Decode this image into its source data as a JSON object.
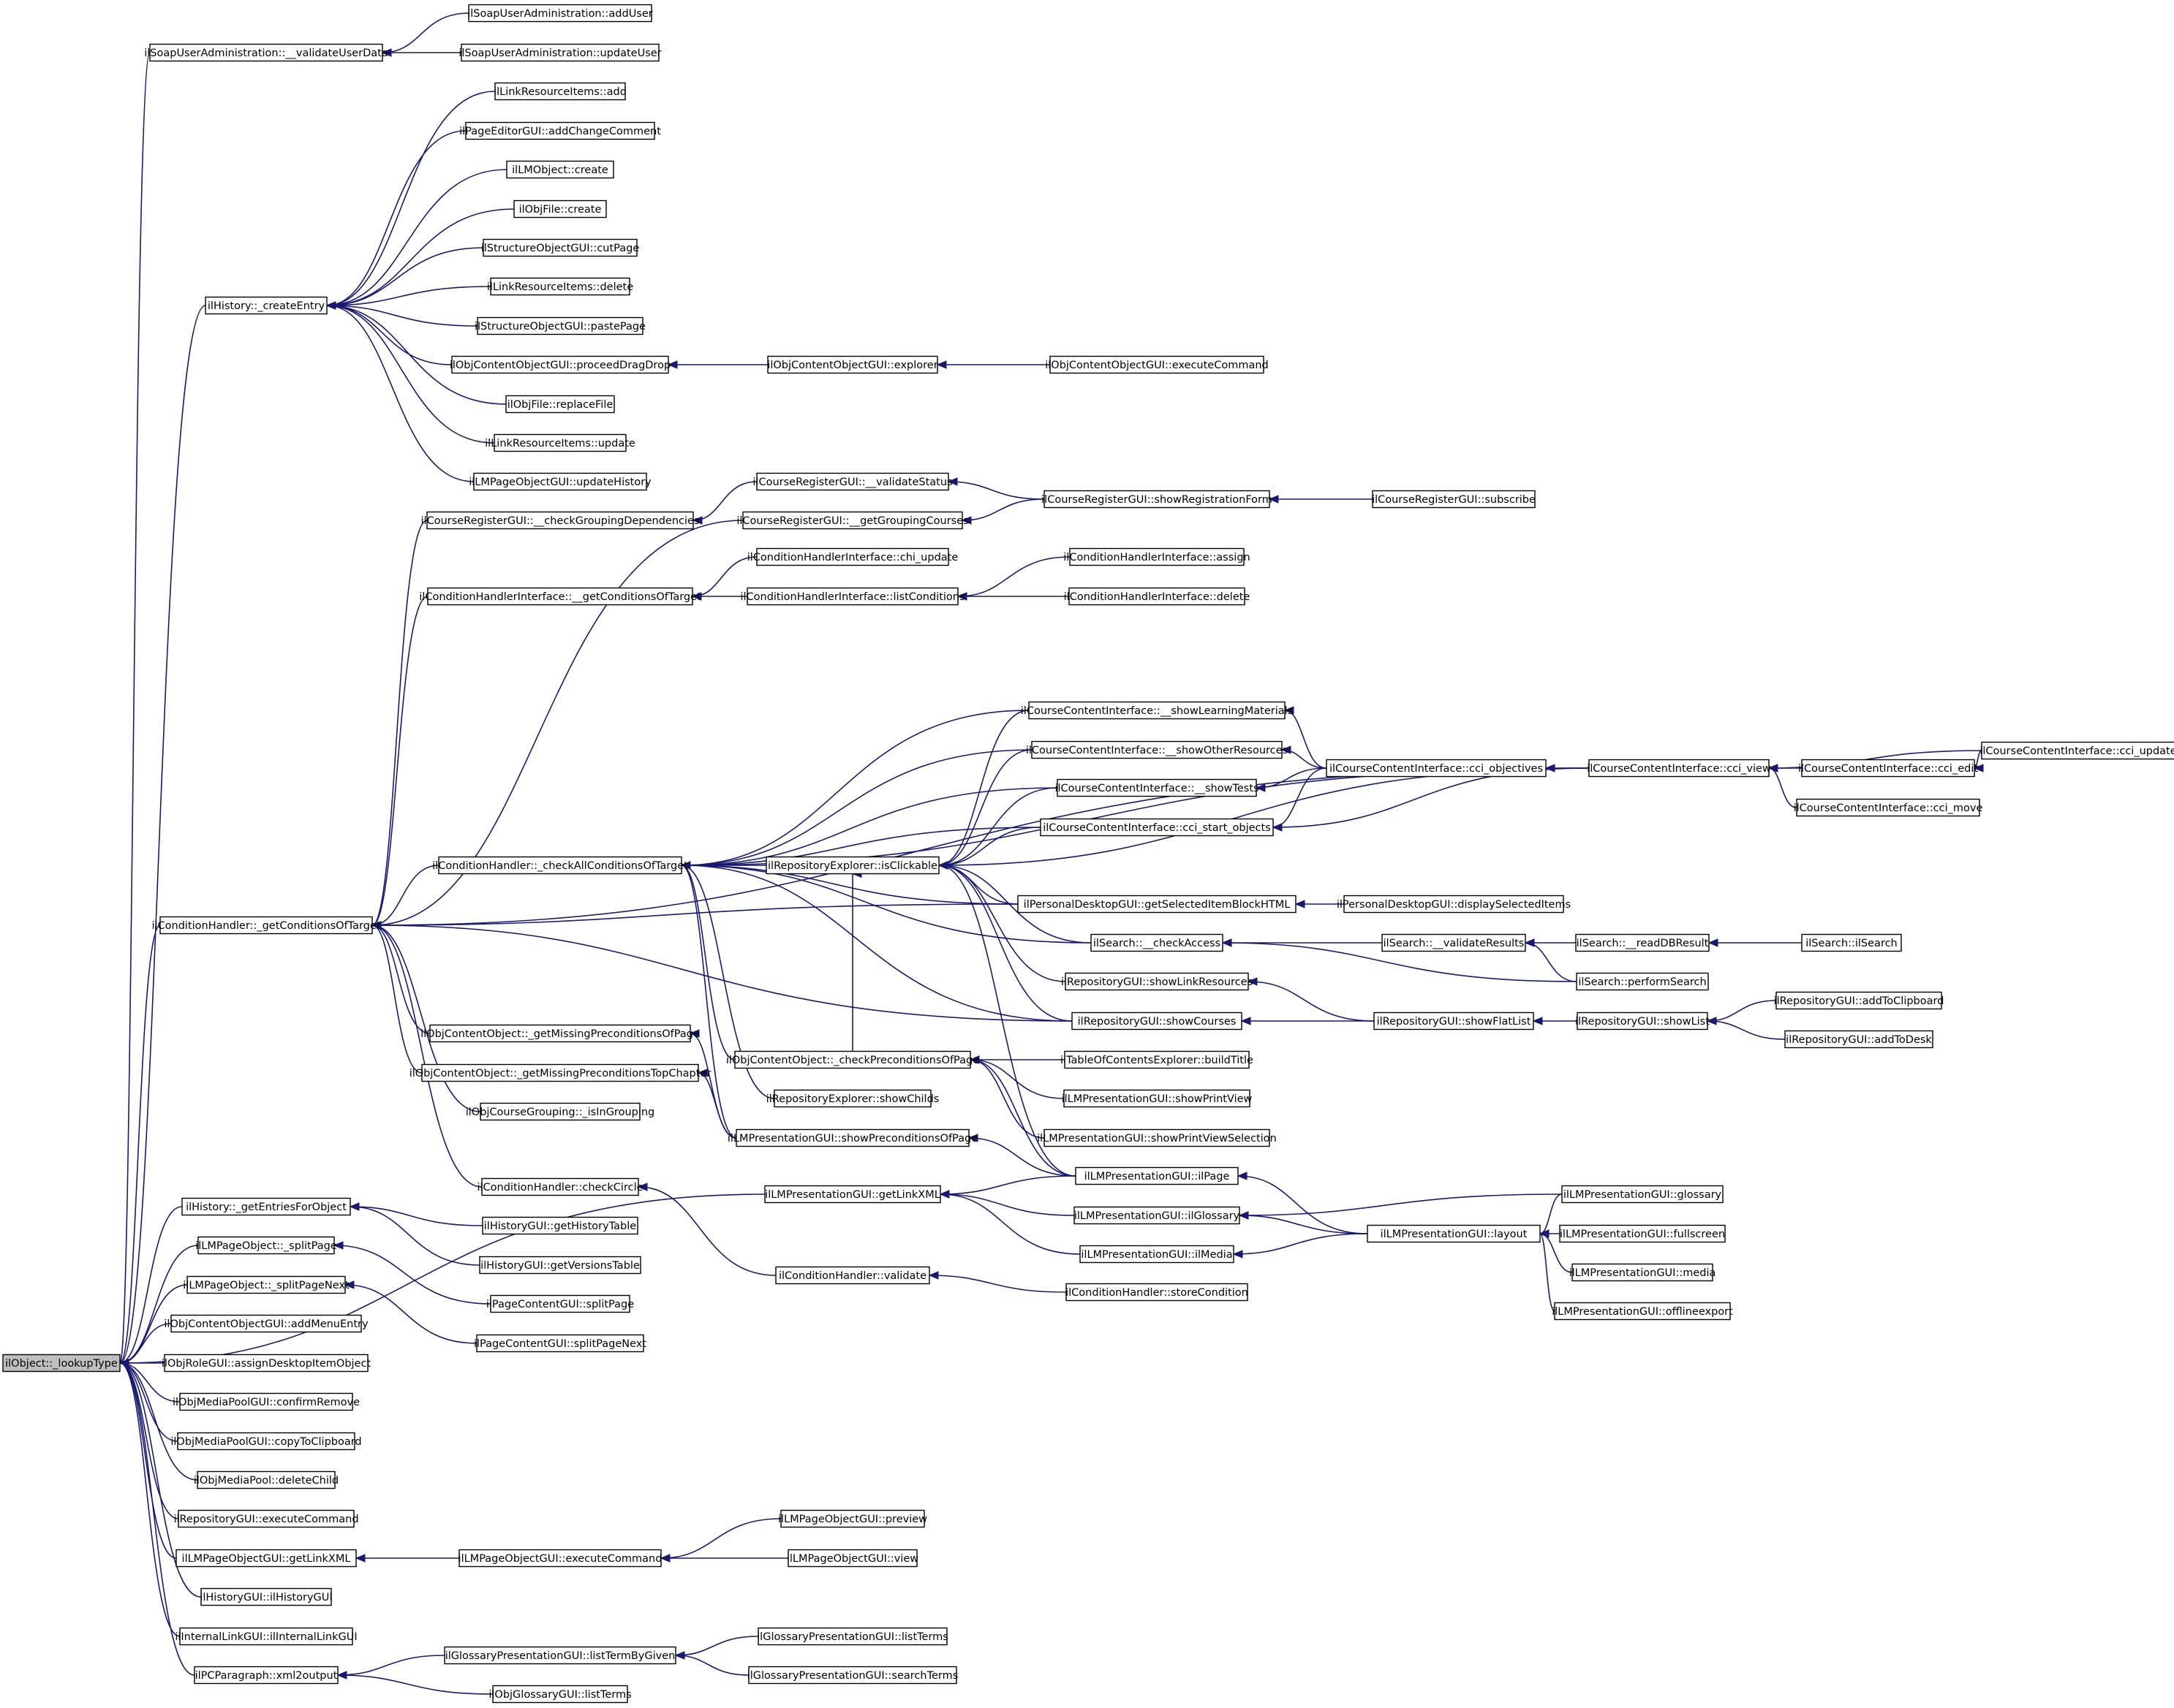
{
  "graph": {
    "root": "n0",
    "colors": {
      "edge": "#191970",
      "node_border": "#000000",
      "node_fill": "#ffffff",
      "root_fill": "#bfbfbf"
    },
    "nodes": [
      {
        "id": "n0",
        "label": "ilObject::_lookupType"
      },
      {
        "id": "n1",
        "label": "ilSoapUserAdministration::__validateUserData"
      },
      {
        "id": "n2",
        "label": "ilSoapUserAdministration::addUser"
      },
      {
        "id": "n3",
        "label": "ilSoapUserAdministration::updateUser"
      },
      {
        "id": "n4",
        "label": "ilHistory::_createEntry"
      },
      {
        "id": "n5",
        "label": "ilLinkResourceItems::add"
      },
      {
        "id": "n6",
        "label": "ilPageEditorGUI::addChangeComment"
      },
      {
        "id": "n7",
        "label": "ilLMObject::create"
      },
      {
        "id": "n8",
        "label": "ilObjFile::create"
      },
      {
        "id": "n9",
        "label": "ilStructureObjectGUI::cutPage"
      },
      {
        "id": "n10",
        "label": "ilLinkResourceItems::delete"
      },
      {
        "id": "n11",
        "label": "ilStructureObjectGUI::pastePage"
      },
      {
        "id": "n12",
        "label": "ilObjContentObjectGUI::proceedDragDrop"
      },
      {
        "id": "n13",
        "label": "ilObjContentObjectGUI::explorer"
      },
      {
        "id": "n14",
        "label": "ilObjContentObjectGUI::executeCommand"
      },
      {
        "id": "n15",
        "label": "ilObjFile::replaceFile"
      },
      {
        "id": "n16",
        "label": "ilLinkResourceItems::update"
      },
      {
        "id": "n17",
        "label": "ilLMPageObjectGUI::updateHistory"
      },
      {
        "id": "n18",
        "label": "ilCourseRegisterGUI::__validateStatus"
      },
      {
        "id": "n19",
        "label": "ilCourseRegisterGUI::showRegistrationForm"
      },
      {
        "id": "n20",
        "label": "ilCourseRegisterGUI::subscribe"
      },
      {
        "id": "n21",
        "label": "ilCourseRegisterGUI::__checkGroupingDependencies"
      },
      {
        "id": "n22",
        "label": "ilCourseRegisterGUI::__getGroupingCourses"
      },
      {
        "id": "n23",
        "label": "ilConditionHandlerInterface::chi_update"
      },
      {
        "id": "n24",
        "label": "ilConditionHandlerInterface::assign"
      },
      {
        "id": "n25",
        "label": "ilConditionHandlerInterface::__getConditionsOfTarget"
      },
      {
        "id": "n26",
        "label": "ilConditionHandlerInterface::listConditions"
      },
      {
        "id": "n27",
        "label": "ilConditionHandlerInterface::delete"
      },
      {
        "id": "n28",
        "label": "ilCourseContentInterface::__showLearningMaterials"
      },
      {
        "id": "n29",
        "label": "ilCourseContentInterface::__showOtherResources"
      },
      {
        "id": "n30",
        "label": "ilCourseContentInterface::cci_objectives"
      },
      {
        "id": "n31",
        "label": "ilCourseContentInterface::cci_view"
      },
      {
        "id": "n32",
        "label": "ilCourseContentInterface::cci_edit"
      },
      {
        "id": "n33",
        "label": "ilCourseContentInterface::cci_update"
      },
      {
        "id": "n34",
        "label": "ilCourseContentInterface::__showTests"
      },
      {
        "id": "n35",
        "label": "ilCourseContentInterface::cci_move"
      },
      {
        "id": "n36",
        "label": "ilCourseContentInterface::cci_start_objects"
      },
      {
        "id": "n37",
        "label": "ilConditionHandler::_checkAllConditionsOfTarget"
      },
      {
        "id": "n38",
        "label": "ilRepositoryExplorer::isClickable"
      },
      {
        "id": "n39",
        "label": "ilPersonalDesktopGUI::getSelectedItemBlockHTML"
      },
      {
        "id": "n40",
        "label": "ilPersonalDesktopGUI::displaySelectedItems"
      },
      {
        "id": "n41",
        "label": "ilConditionHandler::_getConditionsOfTarget"
      },
      {
        "id": "n42",
        "label": "ilSearch::__checkAccess"
      },
      {
        "id": "n43",
        "label": "ilSearch::__validateResults"
      },
      {
        "id": "n44",
        "label": "ilSearch::__readDBResult"
      },
      {
        "id": "n45",
        "label": "ilSearch::ilSearch"
      },
      {
        "id": "n46",
        "label": "ilSearch::performSearch"
      },
      {
        "id": "n47",
        "label": "ilRepositoryGUI::showLinkResources"
      },
      {
        "id": "n48",
        "label": "ilRepositoryGUI::addToClipboard"
      },
      {
        "id": "n49",
        "label": "ilRepositoryGUI::showCourses"
      },
      {
        "id": "n50",
        "label": "ilRepositoryGUI::showFlatList"
      },
      {
        "id": "n51",
        "label": "ilRepositoryGUI::showList"
      },
      {
        "id": "n52",
        "label": "ilObjContentObject::_getMissingPreconditionsOfPage"
      },
      {
        "id": "n53",
        "label": "ilRepositoryGUI::addToDesk"
      },
      {
        "id": "n54",
        "label": "ilObjContentObject::_checkPreconditionsOfPage"
      },
      {
        "id": "n55",
        "label": "ilTableOfContentsExplorer::buildTitle"
      },
      {
        "id": "n56",
        "label": "ilObjContentObject::_getMissingPreconditionsTopChapter"
      },
      {
        "id": "n57",
        "label": "ilRepositoryExplorer::showChilds"
      },
      {
        "id": "n58",
        "label": "ilLMPresentationGUI::showPrintView"
      },
      {
        "id": "n59",
        "label": "ilObjCourseGrouping::_isInGrouping"
      },
      {
        "id": "n60",
        "label": "ilLMPresentationGUI::showPrintViewSelection"
      },
      {
        "id": "n61",
        "label": "ilLMPresentationGUI::showPreconditionsOfPage"
      },
      {
        "id": "n62",
        "label": "ilConditionHandler::checkCircle"
      },
      {
        "id": "n63",
        "label": "ilLMPresentationGUI::ilPage"
      },
      {
        "id": "n64",
        "label": "ilLMPresentationGUI::getLinkXML"
      },
      {
        "id": "n65",
        "label": "ilLMPresentationGUI::glossary"
      },
      {
        "id": "n66",
        "label": "ilHistory::_getEntriesForObject"
      },
      {
        "id": "n67",
        "label": "ilLMPresentationGUI::ilGlossary"
      },
      {
        "id": "n68",
        "label": "ilHistoryGUI::getHistoryTable"
      },
      {
        "id": "n69",
        "label": "ilLMPresentationGUI::layout"
      },
      {
        "id": "n70",
        "label": "ilLMPresentationGUI::fullscreen"
      },
      {
        "id": "n71",
        "label": "ilLMPageObject::_splitPage"
      },
      {
        "id": "n72",
        "label": "ilHistoryGUI::getVersionsTable"
      },
      {
        "id": "n73",
        "label": "ilLMPresentationGUI::ilMedia"
      },
      {
        "id": "n74",
        "label": "ilLMPresentationGUI::media"
      },
      {
        "id": "n75",
        "label": "ilPageContentGUI::splitPage"
      },
      {
        "id": "n76",
        "label": "ilConditionHandler::validate"
      },
      {
        "id": "n77",
        "label": "ilLMPageObject::_splitPageNext"
      },
      {
        "id": "n78",
        "label": "ilConditionHandler::storeCondition"
      },
      {
        "id": "n79",
        "label": "ilLMPresentationGUI::offlineexport"
      },
      {
        "id": "n80",
        "label": "ilObjContentObjectGUI::addMenuEntry"
      },
      {
        "id": "n81",
        "label": "ilPageContentGUI::splitPageNext"
      },
      {
        "id": "n82",
        "label": "ilObjRoleGUI::assignDesktopItemObject"
      },
      {
        "id": "n83",
        "label": "ilObjMediaPoolGUI::confirmRemove"
      },
      {
        "id": "n84",
        "label": "ilObjMediaPoolGUI::copyToClipboard"
      },
      {
        "id": "n85",
        "label": "ilObjMediaPool::deleteChild"
      },
      {
        "id": "n86",
        "label": "ilRepositoryGUI::executeCommand"
      },
      {
        "id": "n87",
        "label": "ilLMPageObjectGUI::preview"
      },
      {
        "id": "n88",
        "label": "ilLMPageObjectGUI::getLinkXML"
      },
      {
        "id": "n89",
        "label": "ilLMPageObjectGUI::executeCommand"
      },
      {
        "id": "n90",
        "label": "ilLMPageObjectGUI::view"
      },
      {
        "id": "n91",
        "label": "ilHistoryGUI::ilHistoryGUI"
      },
      {
        "id": "n92",
        "label": "ilInternalLinkGUI::ilInternalLinkGUI"
      },
      {
        "id": "n93",
        "label": "ilGlossaryPresentationGUI::listTerms"
      },
      {
        "id": "n94",
        "label": "ilGlossaryPresentationGUI::listTermByGiven"
      },
      {
        "id": "n95",
        "label": "ilPCParagraph::xml2output"
      },
      {
        "id": "n96",
        "label": "ilGlossaryPresentationGUI::searchTerms"
      },
      {
        "id": "n97",
        "label": "ilObjGlossaryGUI::listTerms"
      }
    ],
    "edges": [
      [
        "n1",
        "n0"
      ],
      [
        "n4",
        "n0"
      ],
      [
        "n41",
        "n0"
      ],
      [
        "n64",
        "n0"
      ],
      [
        "n66",
        "n0"
      ],
      [
        "n71",
        "n0"
      ],
      [
        "n77",
        "n0"
      ],
      [
        "n80",
        "n0"
      ],
      [
        "n82",
        "n0"
      ],
      [
        "n83",
        "n0"
      ],
      [
        "n84",
        "n0"
      ],
      [
        "n85",
        "n0"
      ],
      [
        "n86",
        "n0"
      ],
      [
        "n88",
        "n0"
      ],
      [
        "n91",
        "n0"
      ],
      [
        "n92",
        "n0"
      ],
      [
        "n95",
        "n0"
      ],
      [
        "n2",
        "n1"
      ],
      [
        "n3",
        "n1"
      ],
      [
        "n5",
        "n4"
      ],
      [
        "n6",
        "n4"
      ],
      [
        "n7",
        "n4"
      ],
      [
        "n8",
        "n4"
      ],
      [
        "n9",
        "n4"
      ],
      [
        "n10",
        "n4"
      ],
      [
        "n11",
        "n4"
      ],
      [
        "n12",
        "n4"
      ],
      [
        "n15",
        "n4"
      ],
      [
        "n16",
        "n4"
      ],
      [
        "n17",
        "n4"
      ],
      [
        "n13",
        "n12"
      ],
      [
        "n14",
        "n13"
      ],
      [
        "n21",
        "n41"
      ],
      [
        "n22",
        "n41"
      ],
      [
        "n25",
        "n41"
      ],
      [
        "n31",
        "n41"
      ],
      [
        "n37",
        "n41"
      ],
      [
        "n39",
        "n41"
      ],
      [
        "n49",
        "n41"
      ],
      [
        "n52",
        "n41"
      ],
      [
        "n56",
        "n41"
      ],
      [
        "n59",
        "n41"
      ],
      [
        "n62",
        "n41"
      ],
      [
        "n18",
        "n21"
      ],
      [
        "n19",
        "n18"
      ],
      [
        "n19",
        "n22"
      ],
      [
        "n20",
        "n19"
      ],
      [
        "n23",
        "n25"
      ],
      [
        "n26",
        "n25"
      ],
      [
        "n24",
        "n26"
      ],
      [
        "n27",
        "n26"
      ],
      [
        "n28",
        "n37"
      ],
      [
        "n29",
        "n37"
      ],
      [
        "n31",
        "n37"
      ],
      [
        "n34",
        "n37"
      ],
      [
        "n36",
        "n37"
      ],
      [
        "n38",
        "n37"
      ],
      [
        "n39",
        "n37"
      ],
      [
        "n42",
        "n37"
      ],
      [
        "n49",
        "n37"
      ],
      [
        "n54",
        "n37"
      ],
      [
        "n57",
        "n37"
      ],
      [
        "n61",
        "n37"
      ],
      [
        "n28",
        "n38"
      ],
      [
        "n29",
        "n38"
      ],
      [
        "n34",
        "n38"
      ],
      [
        "n36",
        "n38"
      ],
      [
        "n31",
        "n38"
      ],
      [
        "n39",
        "n38"
      ],
      [
        "n42",
        "n38"
      ],
      [
        "n47",
        "n38"
      ],
      [
        "n49",
        "n38"
      ],
      [
        "n54",
        "n38"
      ],
      [
        "n63",
        "n38"
      ],
      [
        "n30",
        "n28"
      ],
      [
        "n30",
        "n29"
      ],
      [
        "n30",
        "n34"
      ],
      [
        "n30",
        "n36"
      ],
      [
        "n31",
        "n30"
      ],
      [
        "n31",
        "n36"
      ],
      [
        "n32",
        "n31"
      ],
      [
        "n35",
        "n31"
      ],
      [
        "n33",
        "n32"
      ],
      [
        "n33",
        "n31"
      ],
      [
        "n40",
        "n39"
      ],
      [
        "n43",
        "n42"
      ],
      [
        "n46",
        "n42"
      ],
      [
        "n44",
        "n43"
      ],
      [
        "n46",
        "n43"
      ],
      [
        "n45",
        "n44"
      ],
      [
        "n50",
        "n47"
      ],
      [
        "n50",
        "n49"
      ],
      [
        "n51",
        "n50"
      ],
      [
        "n48",
        "n51"
      ],
      [
        "n53",
        "n51"
      ],
      [
        "n61",
        "n52"
      ],
      [
        "n61",
        "n56"
      ],
      [
        "n55",
        "n54"
      ],
      [
        "n58",
        "n54"
      ],
      [
        "n60",
        "n54"
      ],
      [
        "n63",
        "n54"
      ],
      [
        "n63",
        "n61"
      ],
      [
        "n69",
        "n63"
      ],
      [
        "n63",
        "n64"
      ],
      [
        "n67",
        "n64"
      ],
      [
        "n73",
        "n64"
      ],
      [
        "n65",
        "n67"
      ],
      [
        "n69",
        "n67"
      ],
      [
        "n69",
        "n73"
      ],
      [
        "n65",
        "n69"
      ],
      [
        "n70",
        "n69"
      ],
      [
        "n74",
        "n69"
      ],
      [
        "n79",
        "n69"
      ],
      [
        "n76",
        "n62"
      ],
      [
        "n78",
        "n76"
      ],
      [
        "n68",
        "n66"
      ],
      [
        "n72",
        "n66"
      ],
      [
        "n75",
        "n71"
      ],
      [
        "n81",
        "n77"
      ],
      [
        "n89",
        "n88"
      ],
      [
        "n87",
        "n89"
      ],
      [
        "n90",
        "n89"
      ],
      [
        "n94",
        "n95"
      ],
      [
        "n97",
        "n95"
      ],
      [
        "n93",
        "n94"
      ],
      [
        "n96",
        "n94"
      ]
    ]
  }
}
